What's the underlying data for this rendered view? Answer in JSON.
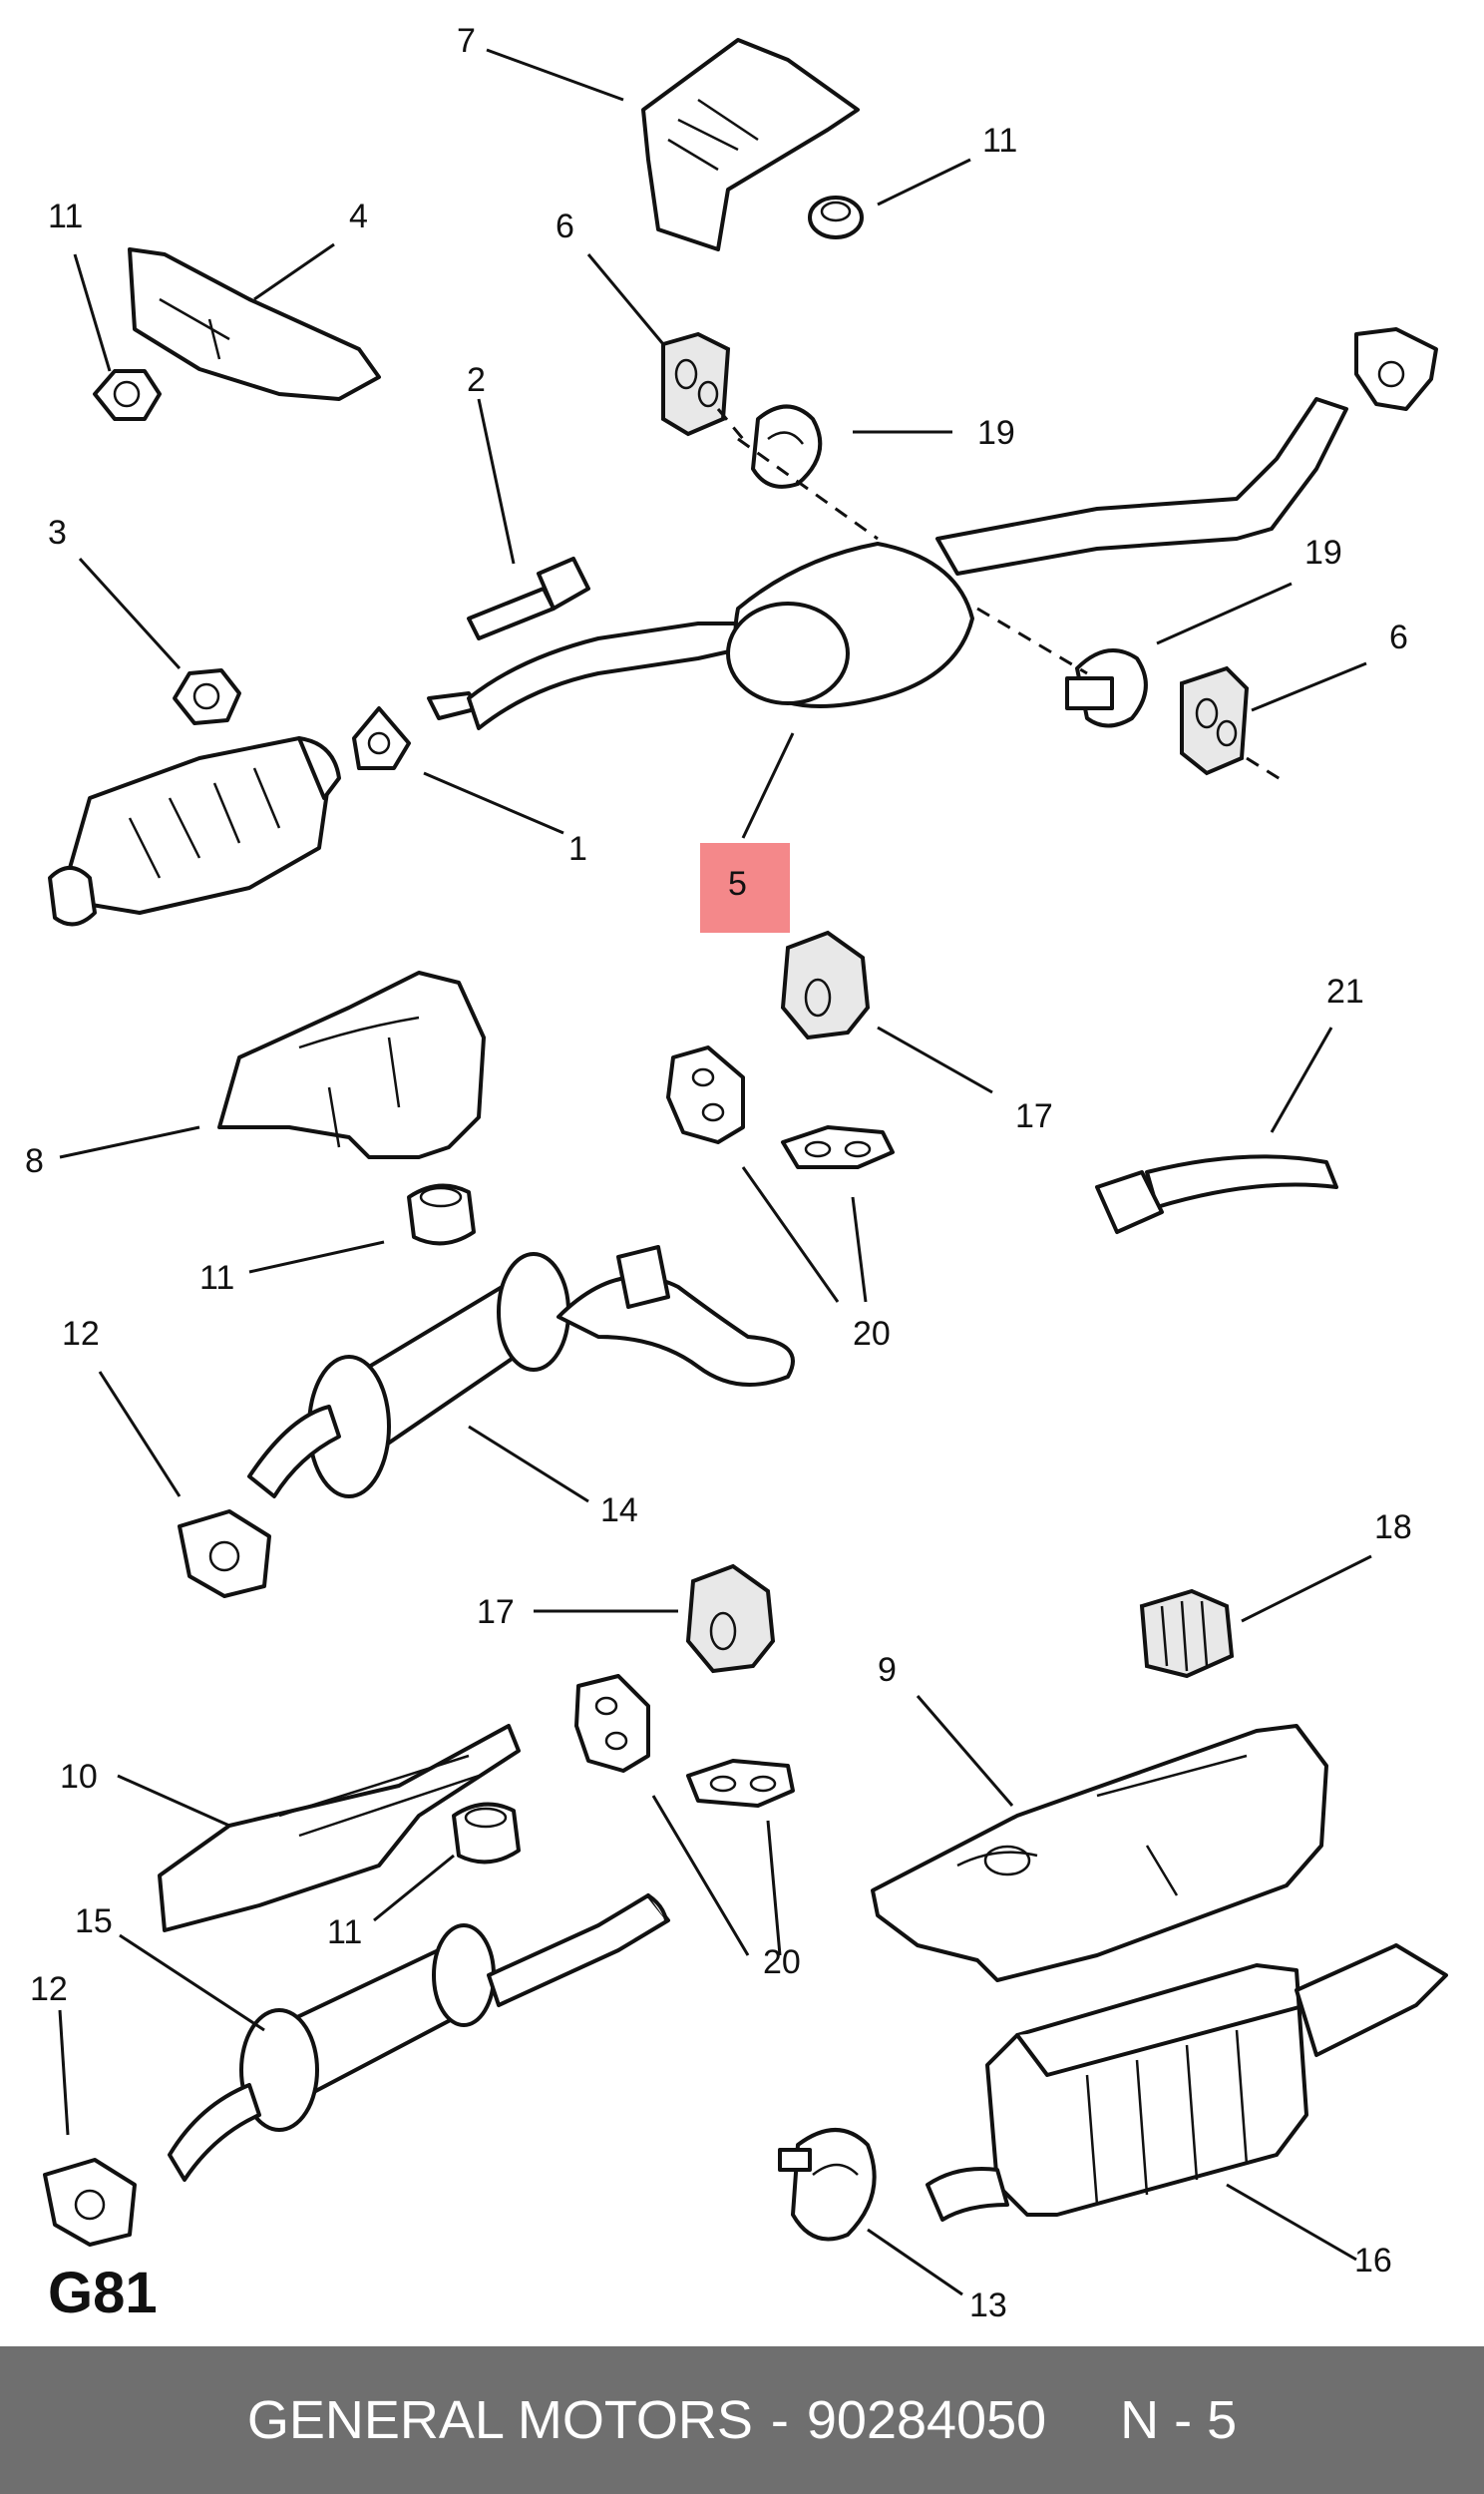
{
  "diagram": {
    "code": "G81",
    "highlighted_callout": "5",
    "highlight_color": "#f4888a",
    "callouts": [
      "7",
      "11",
      "6",
      "4",
      "11",
      "2",
      "19",
      "3",
      "19",
      "6",
      "1",
      "5",
      "17",
      "21",
      "8",
      "20",
      "11",
      "12",
      "14",
      "17",
      "18",
      "9",
      "10",
      "20",
      "11",
      "15",
      "12",
      "16",
      "13"
    ]
  },
  "footer": {
    "brand": "GENERAL MOTORS",
    "separator": "-",
    "part_number": "90284050",
    "ref": "N - 5",
    "background": "#6f6f6f"
  }
}
